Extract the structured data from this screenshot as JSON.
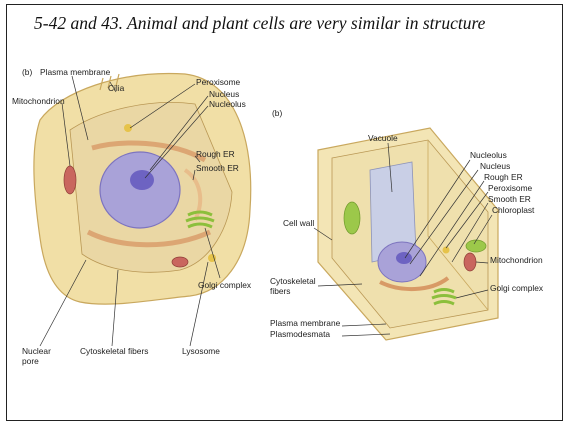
{
  "slide": {
    "title": "5-42 and 43.  Animal and plant cells are very similar in structure"
  },
  "animal_cell": {
    "panel_label": "(b)",
    "labels": {
      "plasma_membrane": "Plasma membrane",
      "mitochondrion": "Mitochondrion",
      "cilia": "Cilia",
      "peroxisome": "Peroxisome",
      "nucleus": "Nucleus",
      "nucleolus": "Nucleolus",
      "rough_er": "Rough ER",
      "smooth_er": "Smooth ER",
      "golgi_complex": "Golgi complex",
      "nuclear_pore_1": "Nuclear",
      "nuclear_pore_2": "pore",
      "cytoskeletal_fibers": "Cytoskeletal fibers",
      "lysosome": "Lysosome"
    }
  },
  "plant_cell": {
    "panel_label": "(b)",
    "labels": {
      "vacuole": "Vacuole",
      "nucleolus": "Nucleolus",
      "nucleus": "Nucleus",
      "rough_er": "Rough ER",
      "peroxisome": "Peroxisome",
      "smooth_er": "Smooth ER",
      "chloroplast": "Chloroplast",
      "cell_wall": "Cell wall",
      "mitochondrion": "Mitochondrion",
      "cytoskeletal_fibers_1": "Cytoskeletal",
      "cytoskeletal_fibers_2": "fibers",
      "golgi_complex": "Golgi complex",
      "plasma_membrane": "Plasma membrane",
      "plasmodesmata": "Plasmodesmata"
    }
  },
  "colors": {
    "cytoplasm": "#f1dfa6",
    "membrane": "#d9b56a",
    "nucleus": "#a9a2d8",
    "nucleolus": "#6d63c2",
    "er": "#e2a978",
    "mitochondria": "#c9665e",
    "chloroplast": "#9cc84a",
    "vacuole": "#c9cfe6",
    "cell_wall": "#e8cf8c"
  }
}
